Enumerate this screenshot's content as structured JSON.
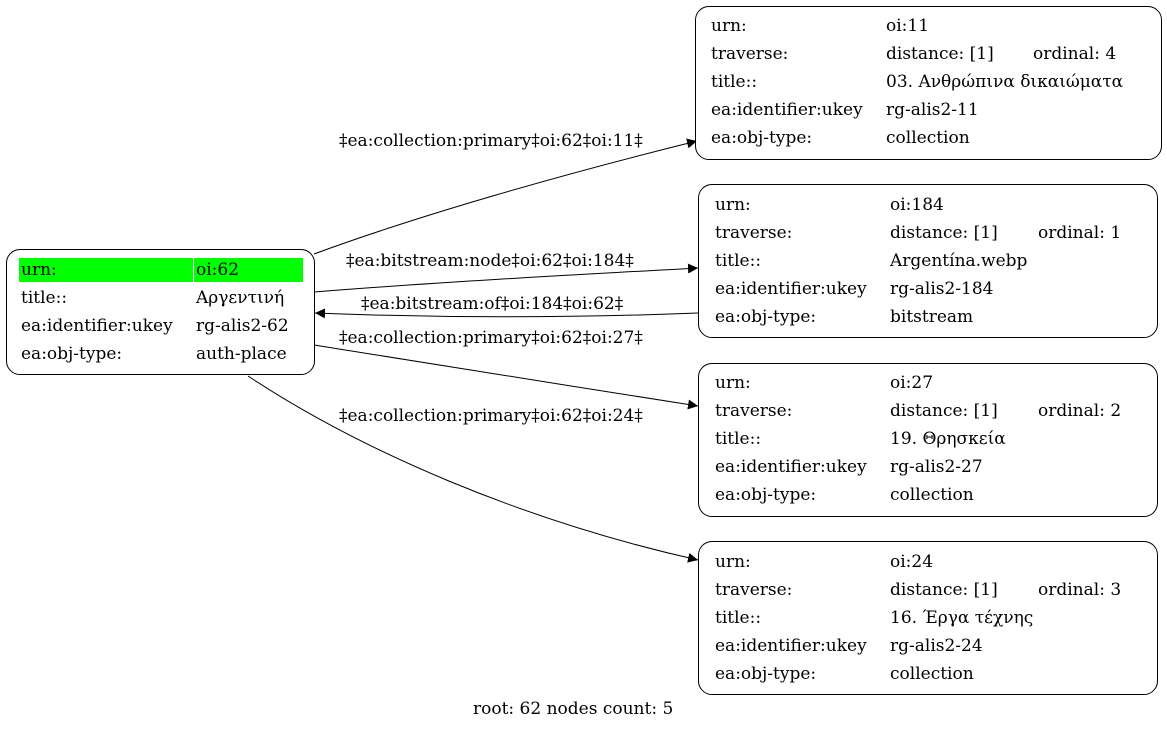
{
  "root_node": {
    "rows": [
      {
        "key": "urn:",
        "value": "oi:62",
        "highlight": true
      },
      {
        "key": "title::",
        "value": "Αργεντινή"
      },
      {
        "key": "ea:identifier:ukey",
        "value": "rg-alis2-62"
      },
      {
        "key": "ea:obj-type:",
        "value": "auth-place"
      }
    ]
  },
  "nodes": [
    {
      "id": "oi-11",
      "urn": "oi:11",
      "traverse_key": "traverse:",
      "distance": "distance: [1]",
      "ordinal": "ordinal: 4",
      "title": "03. Ανθρώπινα δικαιώματα",
      "ukey": "rg-alis2-11",
      "obj_type": "collection"
    },
    {
      "id": "oi-184",
      "urn": "oi:184",
      "traverse_key": "traverse:",
      "distance": "distance: [1]",
      "ordinal": "ordinal: 1",
      "title": "Argentína.webp",
      "ukey": "rg-alis2-184",
      "obj_type": "bitstream"
    },
    {
      "id": "oi-27",
      "urn": "oi:27",
      "traverse_key": "traverse:",
      "distance": "distance: [1]",
      "ordinal": "ordinal: 2",
      "title": "19. Θρησκεία",
      "ukey": "rg-alis2-27",
      "obj_type": "collection"
    },
    {
      "id": "oi-24",
      "urn": "oi:24",
      "traverse_key": "traverse:",
      "distance": "distance: [1]",
      "ordinal": "ordinal: 3",
      "title": "16. Έργα τέχνης",
      "ukey": "rg-alis2-24",
      "obj_type": "collection"
    }
  ],
  "labels": {
    "urn": "urn:",
    "title": "title::",
    "ukey": "ea:identifier:ukey",
    "obj_type": "ea:obj-type:"
  },
  "edges": [
    {
      "label": "‡ea:collection:primary‡oi:62‡oi:11‡",
      "from": "oi:62",
      "to": "oi:11"
    },
    {
      "label": "‡ea:bitstream:node‡oi:62‡oi:184‡",
      "from": "oi:62",
      "to": "oi:184"
    },
    {
      "label": "‡ea:bitstream:of‡oi:184‡oi:62‡",
      "from": "oi:184",
      "to": "oi:62"
    },
    {
      "label": "‡ea:collection:primary‡oi:62‡oi:27‡",
      "from": "oi:62",
      "to": "oi:27"
    },
    {
      "label": "‡ea:collection:primary‡oi:62‡oi:24‡",
      "from": "oi:62",
      "to": "oi:24"
    }
  ],
  "footer": "root: 62 nodes count: 5",
  "colors": {
    "highlight": "#00ff00",
    "stroke": "#000000"
  }
}
